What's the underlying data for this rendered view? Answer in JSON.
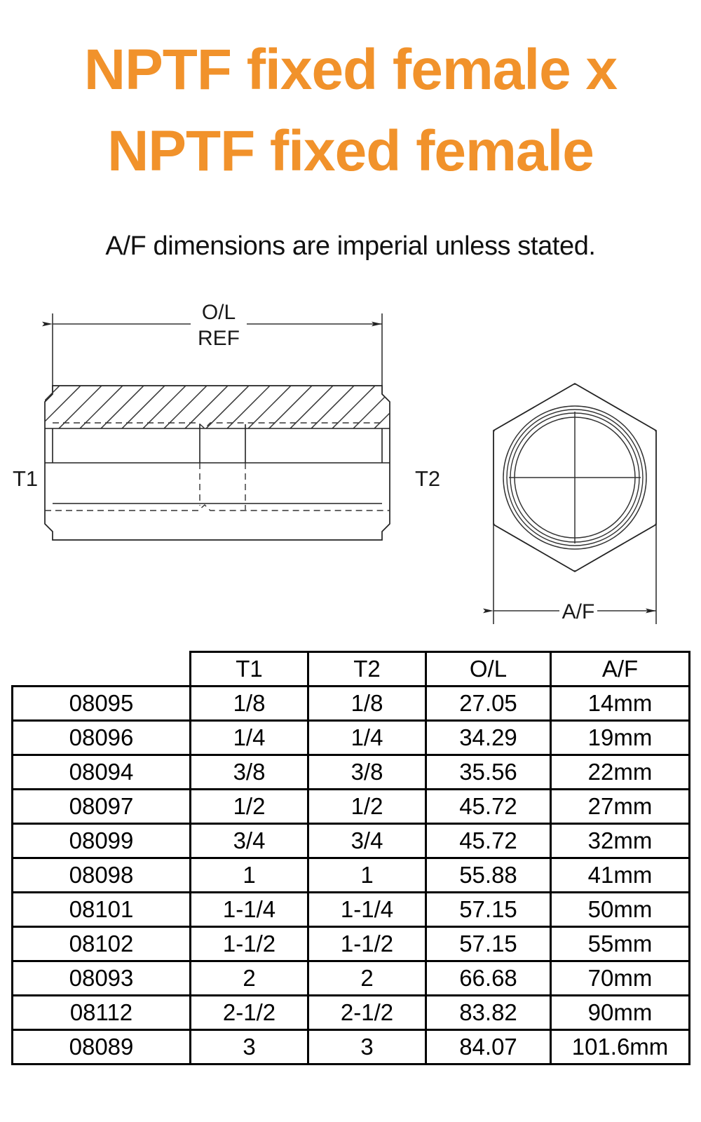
{
  "title": {
    "line1": "NPTF fixed female x",
    "line2": "NPTF fixed female",
    "color": "#F1922B"
  },
  "subtitle": "A/F dimensions are imperial unless stated.",
  "drawing": {
    "section_view": {
      "dimension_overall_label_top": "O/L",
      "dimension_overall_label_bottom": "REF",
      "left_thread_label": "T1",
      "right_thread_label": "T2"
    },
    "end_view": {
      "dimension_across_flats_label": "A/F"
    }
  },
  "table": {
    "columns": [
      "",
      "T1",
      "T2",
      "O/L",
      "A/F"
    ],
    "rows": [
      {
        "code": "08095",
        "t1": "1/8",
        "t2": "1/8",
        "ol": "27.05",
        "af": "14mm"
      },
      {
        "code": "08096",
        "t1": "1/4",
        "t2": "1/4",
        "ol": "34.29",
        "af": "19mm"
      },
      {
        "code": "08094",
        "t1": "3/8",
        "t2": "3/8",
        "ol": "35.56",
        "af": "22mm"
      },
      {
        "code": "08097",
        "t1": "1/2",
        "t2": "1/2",
        "ol": "45.72",
        "af": "27mm"
      },
      {
        "code": "08099",
        "t1": "3/4",
        "t2": "3/4",
        "ol": "45.72",
        "af": "32mm"
      },
      {
        "code": "08098",
        "t1": "1",
        "t2": "1",
        "ol": "55.88",
        "af": "41mm"
      },
      {
        "code": "08101",
        "t1": "1-1/4",
        "t2": "1-1/4",
        "ol": "57.15",
        "af": "50mm"
      },
      {
        "code": "08102",
        "t1": "1-1/2",
        "t2": "1-1/2",
        "ol": "57.15",
        "af": "55mm"
      },
      {
        "code": "08093",
        "t1": "2",
        "t2": "2",
        "ol": "66.68",
        "af": "70mm"
      },
      {
        "code": "08112",
        "t1": "2-1/2",
        "t2": "2-1/2",
        "ol": "83.82",
        "af": "90mm"
      },
      {
        "code": "08089",
        "t1": "3",
        "t2": "3",
        "ol": "84.07",
        "af": "101.6mm"
      }
    ]
  }
}
